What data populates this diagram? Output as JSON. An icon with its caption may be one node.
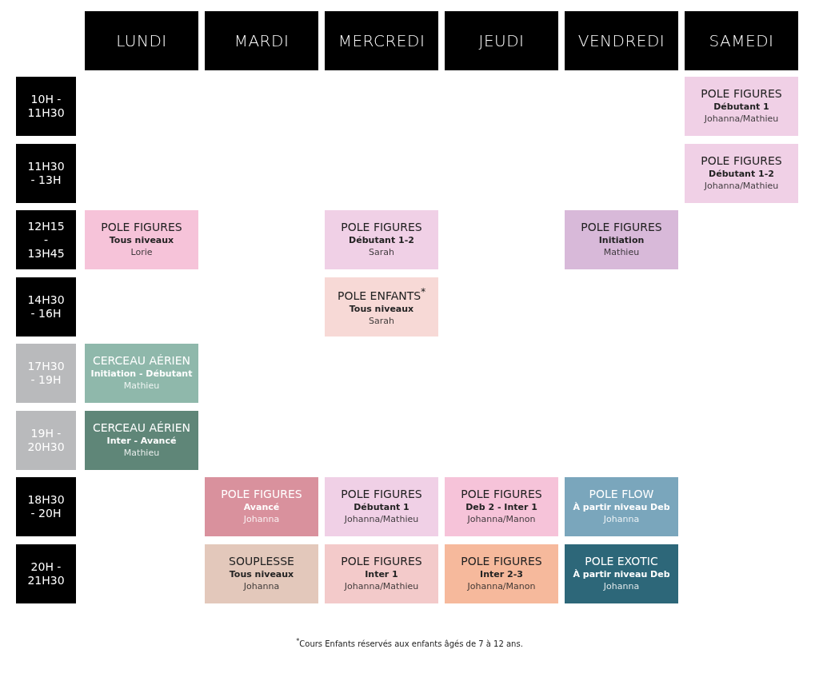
{
  "diagram": {
    "nodes": [
      {
        "text": [
          "LUNDI"
        ]
      },
      {
        "text": [
          "MARDI"
        ]
      },
      {
        "text": [
          "MERCREDI"
        ]
      },
      {
        "text": [
          "JEUDI"
        ]
      },
      {
        "text": [
          "VENDREDI"
        ]
      },
      {
        "text": [
          "SAMEDI"
        ]
      },
      {
        "text": [
          "10H - 11H30"
        ]
      },
      {
        "text": [
          "POLE FIGURES",
          "Débutant 1",
          "Johanna/Mathieu"
        ]
      },
      {
        "text": [
          "11H30 - 13H"
        ]
      },
      {
        "text": [
          "POLE FIGURES",
          "Débutant 1-2",
          "Johanna/Mathieu"
        ]
      },
      {
        "text": [
          "12H15 - 13H45"
        ]
      },
      {
        "text": [
          "POLE FIGURES",
          "Tous niveaux",
          "Lorie"
        ]
      },
      {
        "text": [
          "POLE FIGURES",
          "Débutant 1-2",
          "Sarah"
        ]
      },
      {
        "text": [
          "POLE FIGURES",
          "Initiation",
          "Mathieu"
        ]
      },
      {
        "text": [
          "14H30 - 16H"
        ]
      },
      {
        "text": [
          "POLE ENFANTS$^{*}$",
          "Tous niveaux",
          "Sarah"
        ]
      },
      {
        "text": [
          "17H30 - 19H"
        ]
      },
      {
        "text": [
          "CERCEAU AÉRIEN",
          "Initiation - Débutant",
          "Mathieu"
        ]
      },
      {
        "text": [
          "19H - 20H30"
        ]
      },
      {
        "text": [
          "CERCEAU AÉRIEN",
          "Inter - Avancé",
          "Mathieu"
        ]
      },
      {
        "text": [
          "18H30 - 20H"
        ]
      },
      {
        "text": [
          "POLE FIGURES",
          "Avancé",
          "Johanna"
        ]
      },
      {
        "text": [
          "POLE FIGURES",
          "Débutant 1",
          "Johanna/Mathieu"
        ]
      },
      {
        "text": [
          "POLE FIGURES",
          "Deb 2 - Inter 1",
          "Johanna/Manon"
        ]
      },
      {
        "text": [
          "POLE FLOW",
          "À partir niveau Deb",
          "Johanna"
        ]
      },
      {
        "text": [
          "20H - 21H30"
        ]
      },
      {
        "text": [
          "SOUPLESSE",
          "Tous niveaux",
          "Johanna"
        ]
      },
      {
        "text": [
          "POLE FIGURES",
          "Inter 1",
          "Johanna/Mathieu"
        ]
      },
      {
        "text": [
          "POLE FIGURES",
          "Inter 2-3",
          "Johanna/Manon"
        ]
      },
      {
        "text": [
          "POLE EXOTIC",
          "À partir niveau Deb",
          "Johanna"
        ]
      }
    ],
    "labels": [
      "$^{*}$Cours Enfants réservés aux enfants âgés de 7 à 12 ans."
    ]
  }
}
